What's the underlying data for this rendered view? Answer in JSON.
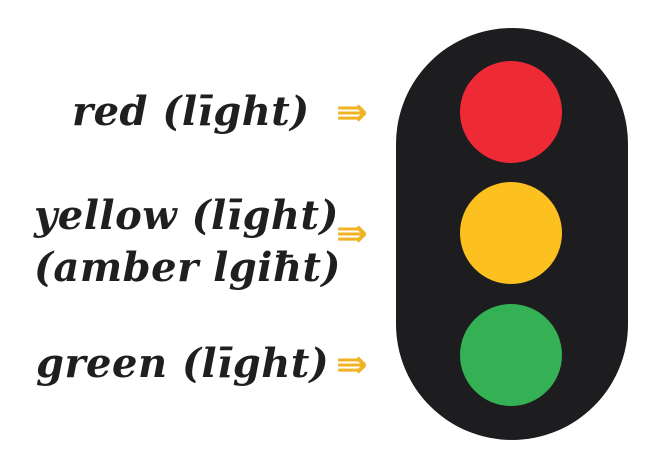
{
  "labels": {
    "red": "red (līght)",
    "yellow_line1": "yellow (līght)",
    "yellow_line2": "(amber lgiħt)",
    "green": "green (līght)"
  },
  "arrow_symbol": "⇛",
  "icons": {
    "arrow": "triple-right-arrow-icon"
  },
  "colors": {
    "housing": "#1d1d1f",
    "red_lamp": "#ee2a35",
    "yellow_lamp": "#fdc11f",
    "green_lamp": "#33b154",
    "arrow": "#f0b323",
    "text": "#1f1f1f"
  }
}
